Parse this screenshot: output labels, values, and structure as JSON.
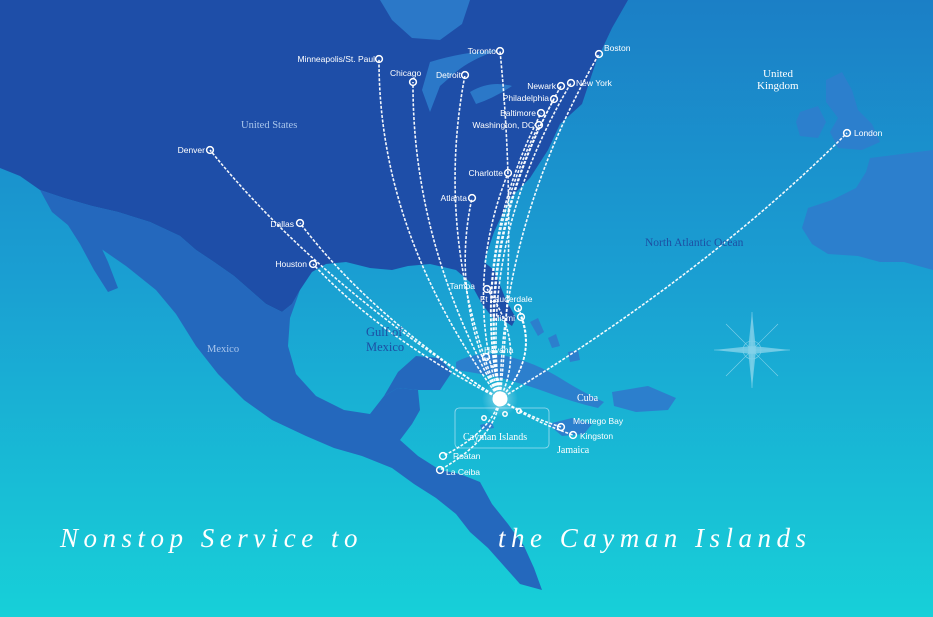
{
  "headline": {
    "part1": "Nonstop Service to",
    "part2": "the Cayman Islands"
  },
  "colors": {
    "ocean_top": "#1b7fc6",
    "ocean_bottom": "#17d0d8",
    "land_dark": "#1e4ea8",
    "land_mid": "#2468bd",
    "land_light": "#2c7fcd",
    "route": "#ffffff"
  },
  "regions": {
    "united_states": "United States",
    "mexico": "Mexico",
    "gulf_line1": "Gulf of",
    "gulf_line2": "Mexico",
    "north_atlantic": "North Atlantic Ocean",
    "cuba": "Cuba",
    "jamaica": "Jamaica",
    "uk_line1": "United",
    "uk_line2": "Kingdom",
    "cayman": "Cayman Islands"
  },
  "hub": "Cayman Islands",
  "cities": [
    "Minneapolis/St. Paul",
    "Toronto",
    "Boston",
    "Chicago",
    "Detroit",
    "Newark",
    "New York",
    "Philadelphia",
    "Baltimore",
    "Washington, DC",
    "Denver",
    "Charlotte",
    "Atlanta",
    "Dallas",
    "Houston",
    "Tampa",
    "Ft Lauderdale",
    "Miami",
    "Havana",
    "Montego Bay",
    "Kingston",
    "Roatan",
    "La Ceiba",
    "London"
  ],
  "compass_icon": "compass-rose-icon"
}
